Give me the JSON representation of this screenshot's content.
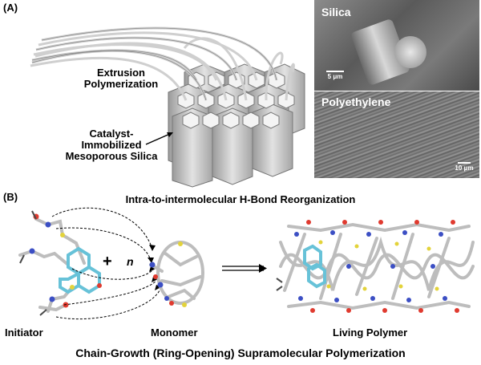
{
  "panel_a": {
    "label": "(A)",
    "extrusion_label": [
      "Extrusion",
      "Polymerization"
    ],
    "catalyst_label": [
      "Catalyst-",
      "Immobilized",
      "Mesoporous Silica"
    ],
    "sem_top": {
      "title": "Silica",
      "scale": "5 μm"
    },
    "sem_bottom": {
      "title": "Polyethylene",
      "scale": "10 μm"
    }
  },
  "panel_b": {
    "label": "(B)",
    "top_title": "Intra-to-intermolecular H-Bond Reorganization",
    "plus": "+",
    "n": "n",
    "initiator": "Initiator",
    "monomer": "Monomer",
    "living_polymer": "Living Polymer",
    "bottom_caption": "Chain-Growth (Ring-Opening) Supramolecular Polymerization"
  }
}
